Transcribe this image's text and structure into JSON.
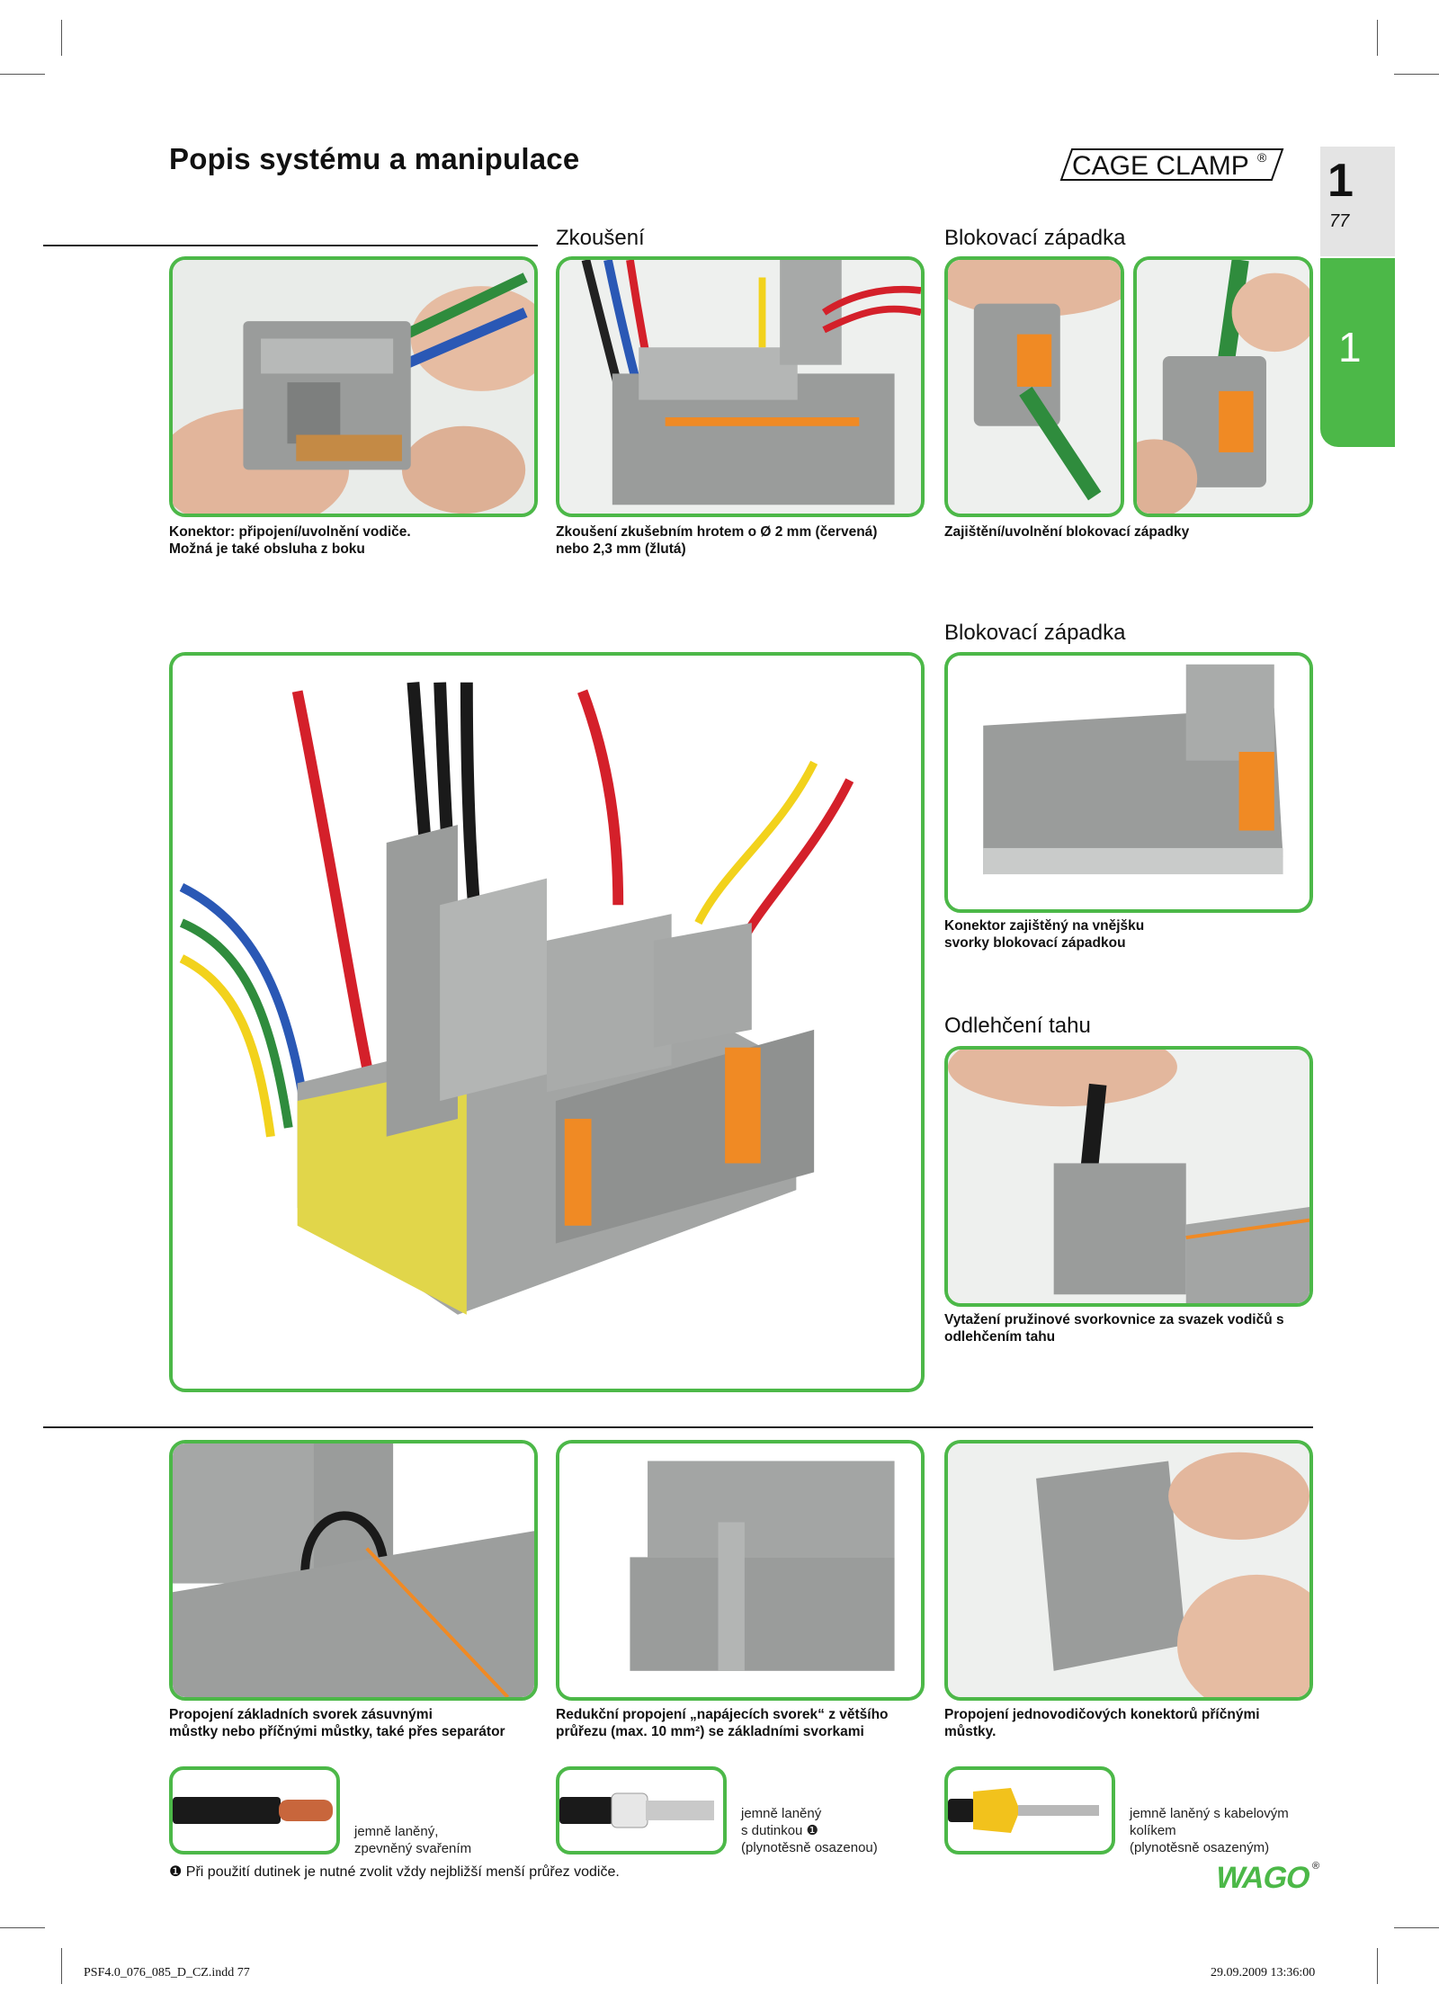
{
  "header": {
    "title": "Popis systému a manipulace",
    "brand_logo_text": "CAGE CLAMP",
    "brand_logo_mark": "®",
    "chapter_number": "1",
    "page_number": "77",
    "side_tab": "1"
  },
  "top_sections": {
    "testing_heading": "Zkoušení",
    "locking_heading": "Blokovací západka"
  },
  "top_captions": {
    "connector": [
      "Konektor: připojení/uvolnění vodiče.",
      "Možná je také obsluha z boku"
    ],
    "testing": [
      "Zkoušení zkušebním hrotem  o Ø 2 mm (červená)",
      "nebo 2,3 mm (žlutá)"
    ],
    "locking": [
      "Zajištění/uvolnění blokovací západky"
    ]
  },
  "middle_sections": {
    "locking_heading": "Blokovací západka",
    "locking_caption": [
      "Konektor zajištěný na vnějšku",
      "svorky blokovací západkou"
    ],
    "strain_heading": "Odlehčení tahu",
    "strain_caption": [
      "Vytažení pružinové svorkovnice za svazek vodičů s",
      "odlehčením tahu"
    ]
  },
  "bottom_captions": {
    "bridges": [
      "Propojení základních svorek zásuvnými",
      "můstky nebo příčnými můstky, také přes separátor"
    ],
    "reduction": [
      "Redukční propojení „napájecích svorek“ z většího",
      "průřezu (max. 10 mm²) se základními svorkami"
    ],
    "single_wire": [
      "Propojení jednovodičových konektorů  příčnými",
      "můstky."
    ]
  },
  "wire_types": [
    {
      "icon": "stranded-welded-wire-icon",
      "lines": [
        "jemně laněný,",
        "zpevněný svařením"
      ]
    },
    {
      "icon": "ferrule-wire-icon",
      "lines": [
        "jemně laněný",
        "s dutinkou ❶",
        "(plynotěsně osazenou)"
      ]
    },
    {
      "icon": "pin-terminal-wire-icon",
      "lines": [
        "jemně laněný s kabelovým",
        "kolíkem",
        "(plynotěsně osazeným)"
      ]
    }
  ],
  "footnote": "❶ Při použití dutinek je nutné zvolit vždy nejbližší menší průřez vodiče.",
  "wago_logo": "WAGO",
  "wago_mark": "®",
  "print_slug": {
    "file": "PSF4.0_076_085_D_CZ.indd  77",
    "timestamp": "29.09.2009  13:36:00"
  },
  "colors": {
    "frame_green": "#4cb848",
    "tab_gray": "#e4e4e4",
    "terminal_gray": "#9a9c9b",
    "wire_red": "#d4202a",
    "wire_yellow": "#f2d21c",
    "latch_orange": "#f08a24"
  }
}
